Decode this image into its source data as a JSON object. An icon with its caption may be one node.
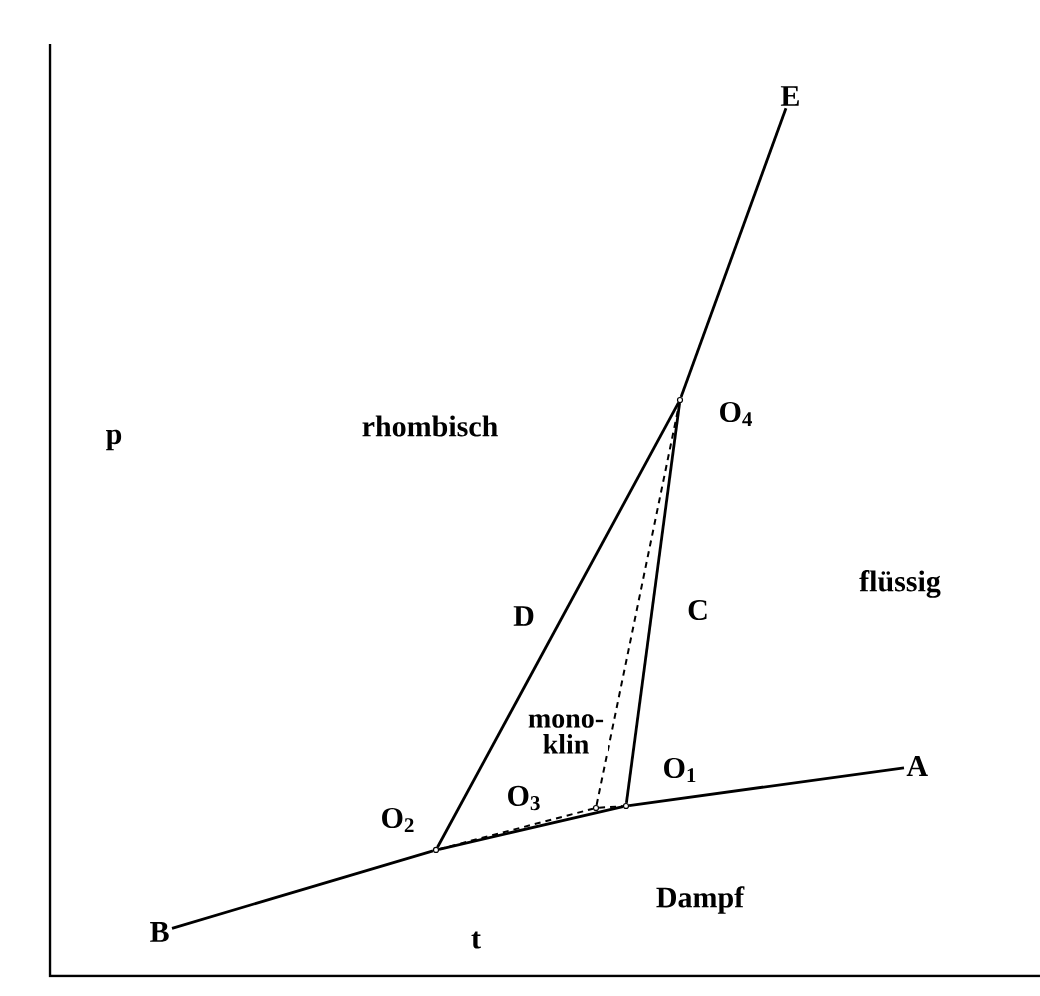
{
  "diagram": {
    "nodes": [
      {
        "text": [],
        "shape": "circle",
        "beside": [
          "O$_{4}$"
        ]
      },
      {
        "text": [],
        "shape": "circle",
        "beside": [
          "O$_{1}$"
        ]
      },
      {
        "text": [],
        "shape": "circle",
        "beside": [
          "O$_{2}$"
        ]
      },
      {
        "text": [],
        "shape": "circle",
        "beside": [
          "O$_{3}$"
        ]
      },
      {
        "text": [
          "E"
        ]
      },
      {
        "text": [
          "A"
        ]
      },
      {
        "text": [
          "B"
        ]
      }
    ],
    "edges": [
      {
        "from": 0,
        "to": 4,
        "arrow": "none"
      },
      {
        "from": 2,
        "to": 0,
        "arrow": "none",
        "label": "D"
      },
      {
        "from": 1,
        "to": 0,
        "arrow": "none",
        "label": "C"
      },
      {
        "from": 1,
        "to": 5,
        "arrow": "none"
      },
      {
        "from": 6,
        "to": 2,
        "arrow": "none"
      },
      {
        "from": 2,
        "to": 1,
        "arrow": "none"
      },
      {
        "from": 2,
        "to": 3,
        "arrow": "none",
        "style": "dashed"
      },
      {
        "from": 3,
        "to": 1,
        "arrow": "none",
        "style": "dashed"
      },
      {
        "from": 3,
        "to": 0,
        "arrow": "none",
        "style": "dashed"
      }
    ],
    "labels": [
      "p",
      "rhombisch",
      "flüssig",
      "mono- klin",
      "Dampf",
      "t"
    ]
  }
}
